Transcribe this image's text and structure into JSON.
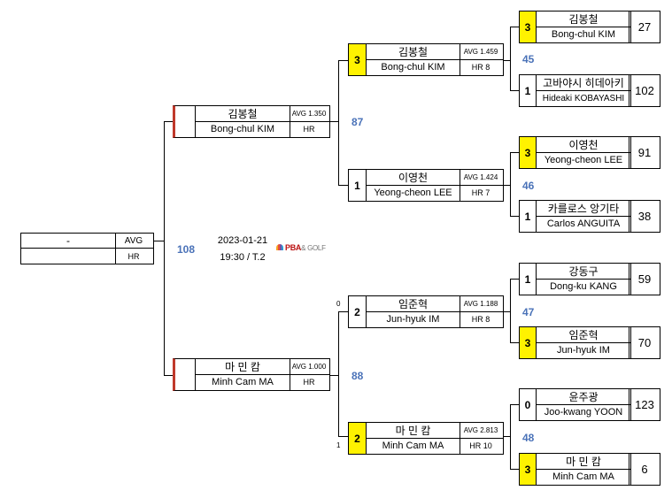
{
  "event": {
    "date": "2023-01-21",
    "time_table": "19:30 / T.2",
    "logo_main": "PBA",
    "logo_suffix": "& GOLF"
  },
  "final": {
    "name": "-",
    "avg_label": "AVG",
    "hr_label": "HR",
    "match_no": "108"
  },
  "semis": [
    {
      "name_kr": "김봉철",
      "name_en": "Bong-chul KIM",
      "avg": "AVG 1.350",
      "hr": "HR",
      "match_no": "87"
    },
    {
      "name_kr": "마 민 캄",
      "name_en": "Minh Cam MA",
      "avg": "AVG 1.000",
      "hr": "HR",
      "match_no": "88"
    }
  ],
  "quarters": [
    {
      "seed": "3",
      "name_kr": "김봉철",
      "name_en": "Bong-chul KIM",
      "avg": "AVG 1.459",
      "hr": "HR 8",
      "match_no": "45"
    },
    {
      "seed": "1",
      "name_kr": "이영천",
      "name_en": "Yeong-cheon LEE",
      "avg": "AVG 1.424",
      "hr": "HR 7",
      "match_no": "46"
    },
    {
      "seed": "2",
      "name_kr": "임준혁",
      "name_en": "Jun-hyuk IM",
      "avg": "AVG 1.188",
      "hr": "HR 8",
      "match_no": "47",
      "side_label": "0"
    },
    {
      "seed": "2",
      "name_kr": "마 민 캄",
      "name_en": "Minh Cam MA",
      "avg": "AVG 2.813",
      "hr": "HR 10",
      "match_no": "48",
      "side_label": "1"
    }
  ],
  "round16": [
    {
      "seed": "3",
      "name_kr": "김봉철",
      "name_en": "Bong-chul KIM",
      "score": "27",
      "winner": true
    },
    {
      "seed": "1",
      "name_kr": "고바야시 히데아키",
      "name_en": "Hideaki KOBAYASHI",
      "score": "102",
      "winner": false
    },
    {
      "seed": "3",
      "name_kr": "이영천",
      "name_en": "Yeong-cheon LEE",
      "score": "91",
      "winner": true
    },
    {
      "seed": "1",
      "name_kr": "카를로스 앙기타",
      "name_en": "Carlos ANGUITA",
      "score": "38",
      "winner": false
    },
    {
      "seed": "1",
      "name_kr": "강동구",
      "name_en": "Dong-ku KANG",
      "score": "59",
      "winner": false
    },
    {
      "seed": "3",
      "name_kr": "임준혁",
      "name_en": "Jun-hyuk IM",
      "score": "70",
      "winner": true
    },
    {
      "seed": "0",
      "name_kr": "윤주광",
      "name_en": "Joo-kwang YOON",
      "score": "123",
      "winner": false
    },
    {
      "seed": "3",
      "name_kr": "마 민 캄",
      "name_en": "Minh Cam MA",
      "score": "6",
      "winner": true
    }
  ],
  "colors": {
    "winner_seed": "#fff200",
    "match_number": "#4a72b8",
    "connector_highlight": "#c0392b"
  }
}
